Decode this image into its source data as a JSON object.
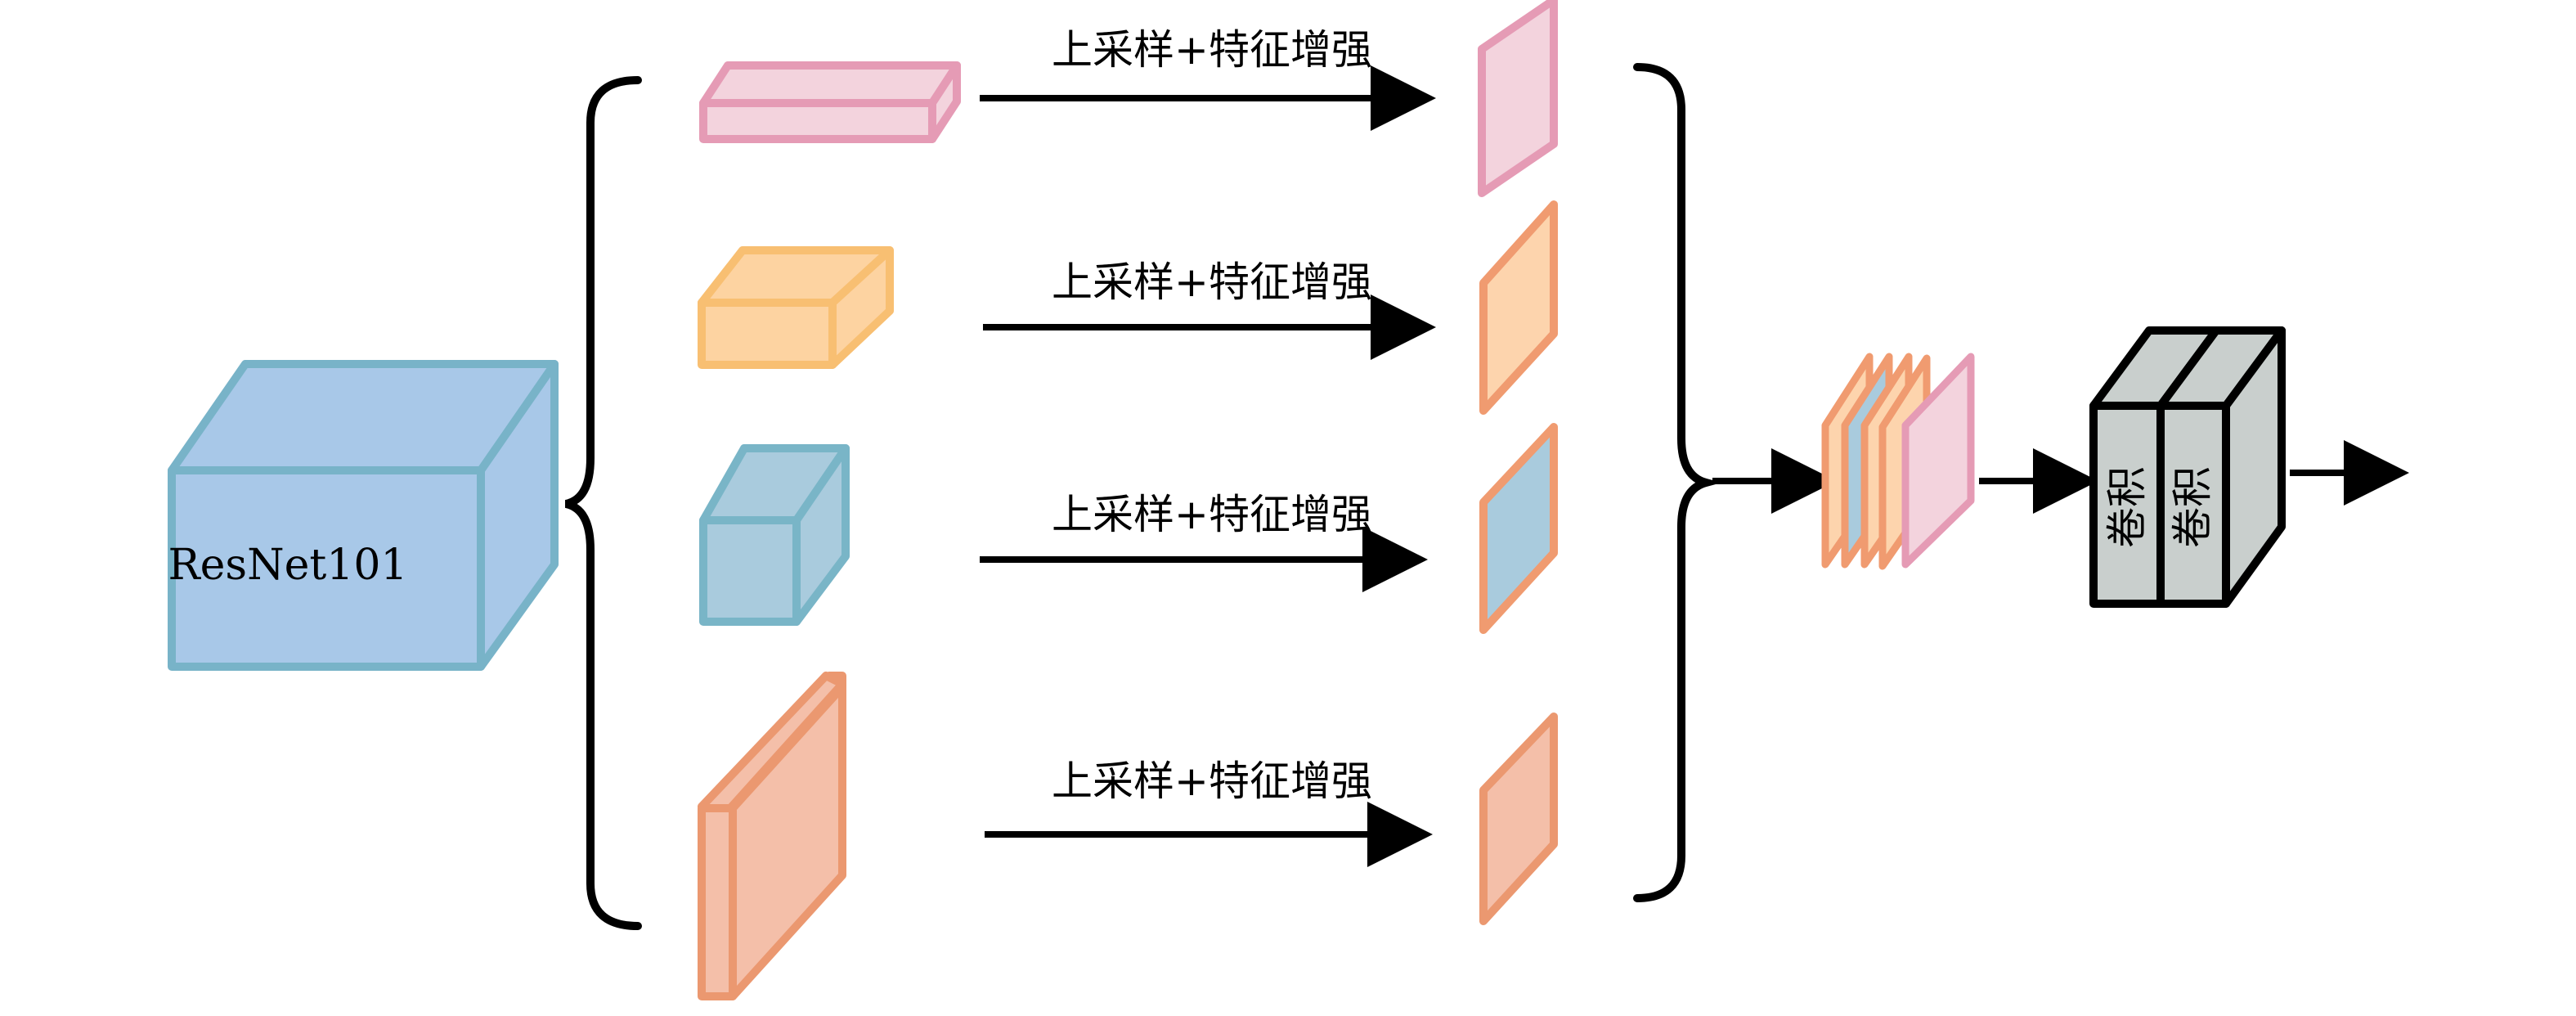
{
  "diagram": {
    "backbone_label": "ResNet101",
    "branch_labels": [
      "上采样+特征增强",
      "上采样+特征增强",
      "上采样+特征增强",
      "上采样+特征增强"
    ],
    "conv_labels": [
      "卷积",
      "卷积"
    ]
  },
  "colors": {
    "pink_fill": "#f3d3dd",
    "pink_stroke": "#e59bb5",
    "yellow_fill": "#fdd3a1",
    "yellow_stroke": "#f8bf72",
    "teal_fill": "#a9cbdd",
    "teal_stroke": "#79b5c7",
    "salmon_fill": "#f4bfa9",
    "salmon_stroke": "#eb9870",
    "orange_fill": "#fdd4ad",
    "orange_stroke": "#f09b70",
    "blue_fill": "#a8c8e8",
    "blue_stroke": "#78b3c8",
    "conv_fill": "#c9cfcd",
    "line": "#000000"
  }
}
